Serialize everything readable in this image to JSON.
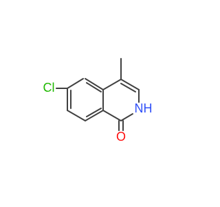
{
  "atoms": {
    "chlorine": {
      "label": "Cl",
      "color": "#1fb800"
    },
    "nitrogen": {
      "label": "N",
      "color": "#3050f8"
    },
    "hydrogen": {
      "label": "H",
      "color": "#3050f8"
    },
    "oxygen": {
      "label": "O",
      "color": "#ff0d0d"
    }
  },
  "colors": {
    "bond": "#404040",
    "background": "#ffffff"
  }
}
